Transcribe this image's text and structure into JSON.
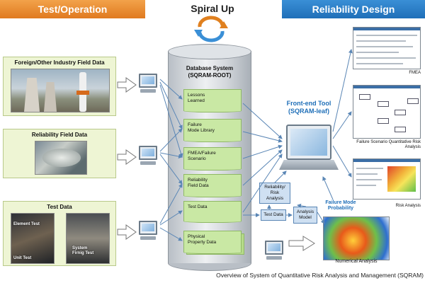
{
  "headers": {
    "left": "Test/Operation",
    "center": "Spiral Up",
    "right": "Reliability Design"
  },
  "sources": [
    {
      "title": "Foreign/Other Industry Field Data"
    },
    {
      "title": "Reliability Field Data"
    },
    {
      "title": "Test Data",
      "photo_labels": [
        "Element Test",
        "Unit Test",
        "System\nFirnig Test"
      ]
    }
  ],
  "database": {
    "title_line1": "Database System",
    "title_line2": "(SQRAM-ROOT)",
    "items": [
      "Lessons\nLearned",
      "Failure\nMode Library",
      "FMEA/Failure\nScenario",
      "Reliability\nField Data",
      "Test Data",
      "Physical\nProperty Data"
    ]
  },
  "frontend": {
    "title_line1": "Front-end Tool",
    "title_line2": "(SQRAM-leaf)"
  },
  "analysis": {
    "reliability_risk": "Reliability/\nRisk\nAnalysis",
    "test_data": "Test Data",
    "analysis_model": "Analysis\nModel",
    "failure_mode_probability": "Failure Mode\nProbability",
    "numerical_analysis": "Numerical Analysis"
  },
  "screenshots": {
    "fmea": "FMEA",
    "failure_scenario": "Failure Scenario Quantitative Risk\nAnalysis",
    "risk_analysis": "Risk Analysis"
  },
  "footer": "Overview of System of Quantitative Risk Analysis and Management (SQRAM)",
  "colors": {
    "orange_header": "#e07a1f",
    "blue_header": "#1f6fb8",
    "panel_green": "#eef5d4",
    "doc_green": "#c9e8a4",
    "box_blue": "#cfe0f2"
  }
}
